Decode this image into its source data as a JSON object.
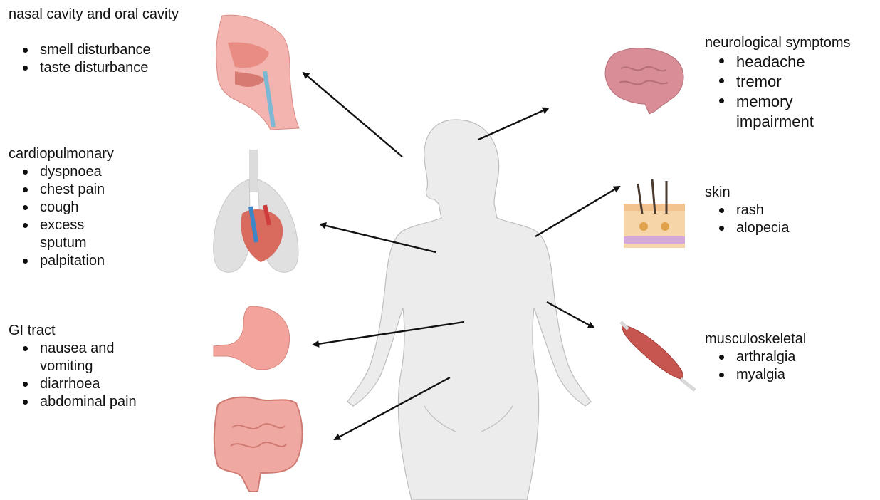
{
  "groups": {
    "nasal": {
      "title": "nasal cavity and oral cavity",
      "items": [
        "smell disturbance",
        "taste disturbance"
      ]
    },
    "cardio": {
      "title": "cardiopulmonary",
      "items": [
        "dyspnoea",
        "chest pain",
        "cough",
        "excess sputum",
        "palpitation"
      ]
    },
    "gi": {
      "title": "GI tract",
      "items": [
        "nausea and vomiting",
        "diarrhoea",
        "abdominal pain"
      ]
    },
    "neuro": {
      "title": "neurological symptoms",
      "items": [
        "headache",
        "tremor",
        "memory impairment"
      ]
    },
    "skin": {
      "title": "skin",
      "items": [
        "rash",
        "alopecia"
      ]
    },
    "msk": {
      "title": "musculoskeletal",
      "items": [
        "arthralgia",
        "myalgia"
      ]
    }
  },
  "organ_icons": [
    "head-section-icon",
    "lungs-heart-icon",
    "stomach-icon",
    "intestines-icon",
    "brain-icon",
    "skin-layer-icon",
    "muscle-icon",
    "body-silhouette-icon"
  ],
  "colors": {
    "body": "#ececec",
    "organ_pink": "#e89a98",
    "brain": "#d98d96",
    "arrow": "#111111"
  }
}
